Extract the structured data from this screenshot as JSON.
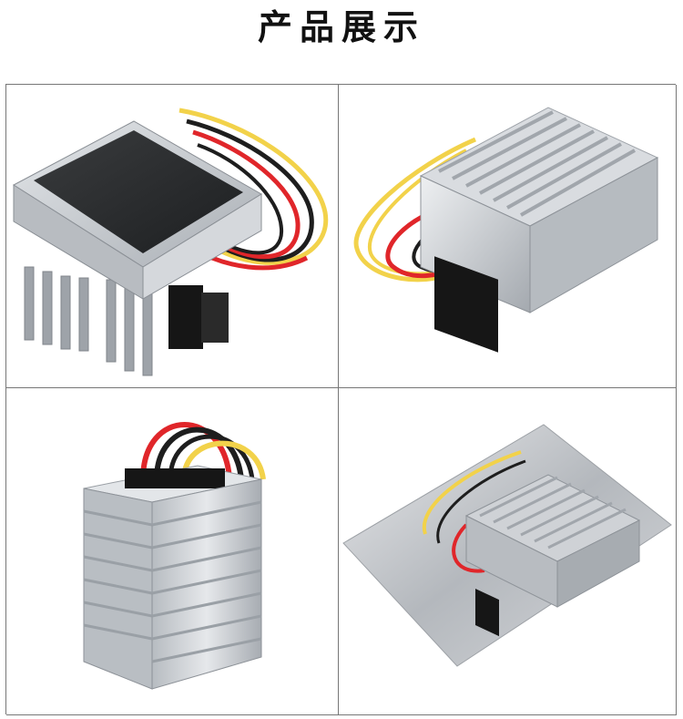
{
  "header": {
    "title": "产品展示"
  },
  "gallery": {
    "images": [
      {
        "icon": "converter-front-angle-photo"
      },
      {
        "icon": "converter-heatsink-side-photo"
      },
      {
        "icon": "converter-upright-photo"
      },
      {
        "icon": "converter-in-antistatic-bag-photo"
      }
    ]
  },
  "colors": {
    "wire_red": "#e0262a",
    "wire_yellow": "#f2d24a",
    "wire_black": "#1e1e1e",
    "aluminum": "#c9cdd2",
    "panel_dark": "#2a2c2e"
  }
}
